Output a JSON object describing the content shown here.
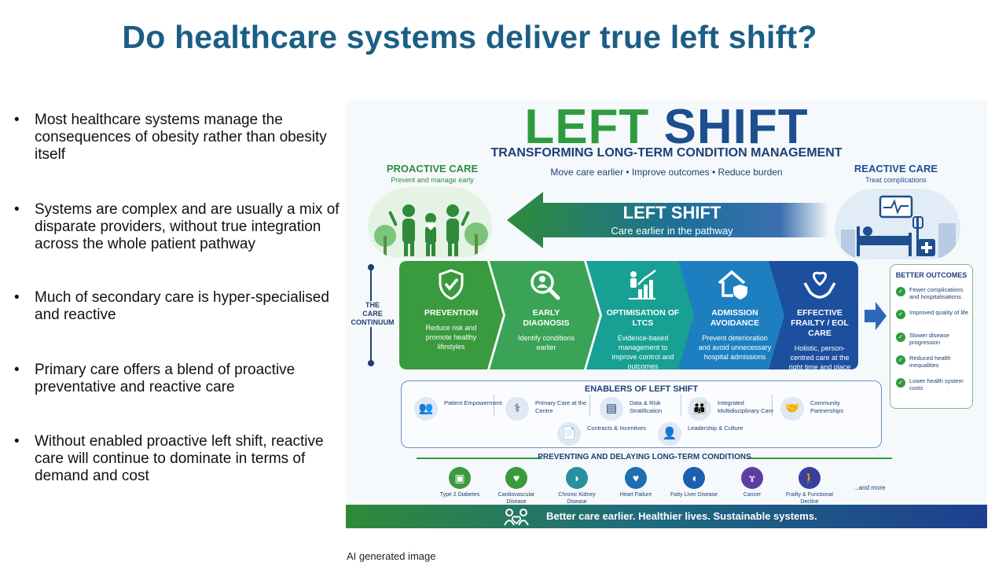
{
  "slide": {
    "title": "Do healthcare systems deliver true left shift?",
    "bullets": [
      "Most healthcare systems manage the consequences of obesity rather than obesity itself",
      "Systems are complex and are usually a mix of disparate providers, without true integration across the whole patient pathway",
      "Much of secondary care is hyper-specialised and reactive",
      "Primary care offers a blend of proactive preventative and reactive care",
      "Without enabled proactive left shift, reactive care will continue to dominate in terms of demand and cost"
    ],
    "bullet_symbol": "•",
    "caption": "AI generated image"
  },
  "infographic": {
    "title_word1": "LEFT",
    "title_word2": "SHIFT",
    "subtitle": "TRANSFORMING LONG-TERM CONDITION MANAGEMENT",
    "tagline": "Move care earlier  •  Improve outcomes  •  Reduce burden",
    "proactive": {
      "title": "PROACTIVE CARE",
      "subtitle": "Prevent and manage early"
    },
    "reactive": {
      "title": "REACTIVE CARE",
      "subtitle": "Treat complications"
    },
    "arrow": {
      "title": "LEFT SHIFT",
      "subtitle": "Care earlier in the pathway"
    },
    "continuum": {
      "line1": "THE",
      "line2": "CARE",
      "line3": "CONTINUUM"
    },
    "stages": [
      {
        "title": "PREVENTION",
        "desc": "Reduce risk and promote healthy lifestyles",
        "color": "#3a9a3e",
        "icon": "shield-check-icon"
      },
      {
        "title": "EARLY DIAGNOSIS",
        "desc": "Identify conditions earlier",
        "color": "#3aa357",
        "icon": "magnifier-person-icon"
      },
      {
        "title": "OPTIMISATION OF LTCS",
        "desc": "Evidence-based management to improve control and outcomes",
        "color": "#17a093",
        "icon": "growth-chart-icon"
      },
      {
        "title": "ADMISSION AVOIDANCE",
        "desc": "Prevent deterioration and avoid unnecessary hospital admissions",
        "color": "#1d7fc0",
        "icon": "home-shield-icon"
      },
      {
        "title": "EFFECTIVE FRAILTY / EOL CARE",
        "desc": "Holistic, person-centred care at the right time and place",
        "color": "#1d4f9f",
        "icon": "heart-hands-icon"
      }
    ],
    "outcomes": {
      "title": "BETTER OUTCOMES",
      "items": [
        "Fewer complications and hospitalisations",
        "Improved quality of life",
        "Slower disease progression",
        "Reduced health inequalities",
        "Lower health system costs"
      ]
    },
    "enablers": {
      "title": "ENABLERS OF LEFT SHIFT",
      "items": [
        {
          "label": "Patient Empowerment",
          "icon": "people-icon",
          "glyph": "👥"
        },
        {
          "label": "Primary Care at the Centre",
          "icon": "stethoscope-icon",
          "glyph": "⚕"
        },
        {
          "label": "Data & Risk Stratification",
          "icon": "tablet-chart-icon",
          "glyph": "▤"
        },
        {
          "label": "Integrated Multidisciplinary Care",
          "icon": "team-icon",
          "glyph": "👪"
        },
        {
          "label": "Community Partnerships",
          "icon": "handshake-icon",
          "glyph": "🤝"
        },
        {
          "label": "Contracts & Incentives",
          "icon": "document-icon",
          "glyph": "📄"
        },
        {
          "label": "Leadership & Culture",
          "icon": "leader-icon",
          "glyph": "👤"
        }
      ]
    },
    "prevent": {
      "title": "PREVENTING AND DELAYING LONG-TERM CONDITIONS",
      "conditions": [
        {
          "label": "Type 2 Diabetes",
          "icon": "glucometer-icon",
          "color": "#3a9a3e",
          "glyph": "▣"
        },
        {
          "label": "Cardiovascular Disease",
          "icon": "heart-organ-icon",
          "color": "#3a9a3e",
          "glyph": "♥"
        },
        {
          "label": "Chronic Kidney Disease",
          "icon": "kidney-icon",
          "color": "#2a8fa0",
          "glyph": "◗"
        },
        {
          "label": "Heart Failure",
          "icon": "heartbeat-icon",
          "color": "#1d6fb0",
          "glyph": "♥"
        },
        {
          "label": "Fatty Liver Disease",
          "icon": "liver-icon",
          "color": "#1d5fb0",
          "glyph": "◖"
        },
        {
          "label": "Cancer",
          "icon": "ribbon-icon",
          "color": "#5a3fa0",
          "glyph": "ɤ"
        },
        {
          "label": "Frailty & Functional Decline",
          "icon": "walking-person-icon",
          "color": "#3a3f9f",
          "glyph": "🚶"
        }
      ],
      "more": "...and more"
    },
    "footer": "Better care earlier. Healthier lives. Sustainable systems."
  }
}
